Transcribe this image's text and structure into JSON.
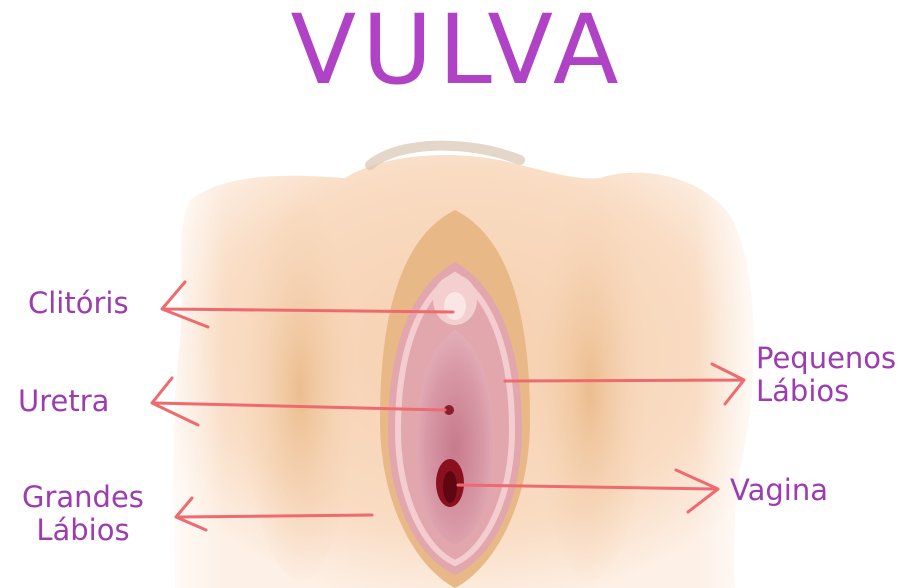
{
  "title": "VULVA",
  "labels": {
    "clitoris": "Clitóris",
    "uretra": "Uretra",
    "grandes_labios": "Grandes\nLábios",
    "pequenos_labios": "Pequenos\nLábios",
    "vagina": "Vagina"
  },
  "colors": {
    "title": "#b042c6",
    "label": "#9d3cb0",
    "arrow": "#ef6a6f",
    "skin": "#f7d2b3",
    "outer_fold": "#e9b884",
    "inner_pink": "#d99aa5",
    "vestibule": "#c87789",
    "opening": "#8a1020"
  }
}
